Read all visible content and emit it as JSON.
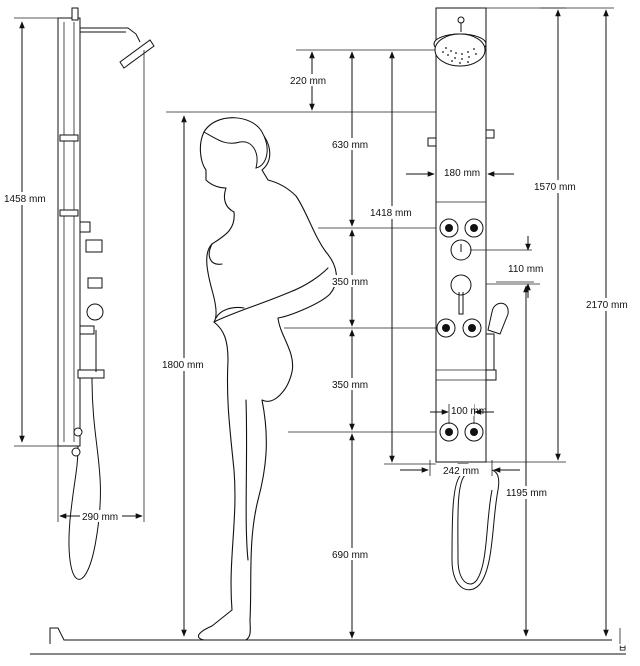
{
  "diagram": {
    "dimensions": {
      "left_panel_height": "1458 mm",
      "left_depth": "290 mm",
      "head_offset": "220 mm",
      "shoulder_to_upper_jets": "630 mm",
      "panel_width": "180 mm",
      "upper_jets_height": "1418 mm",
      "head_height": "1570 mm",
      "total_height": "2170 mm",
      "control_gap": "110 mm",
      "person_height": "1800 mm",
      "upper_jet_spacing": "350 mm",
      "lower_jet_spacing": "350 mm",
      "jet_spacing": "100 mm",
      "panel_base_width": "242 mm",
      "hand_shower_height": "1195 mm",
      "lower_jets_height": "690 mm"
    }
  }
}
